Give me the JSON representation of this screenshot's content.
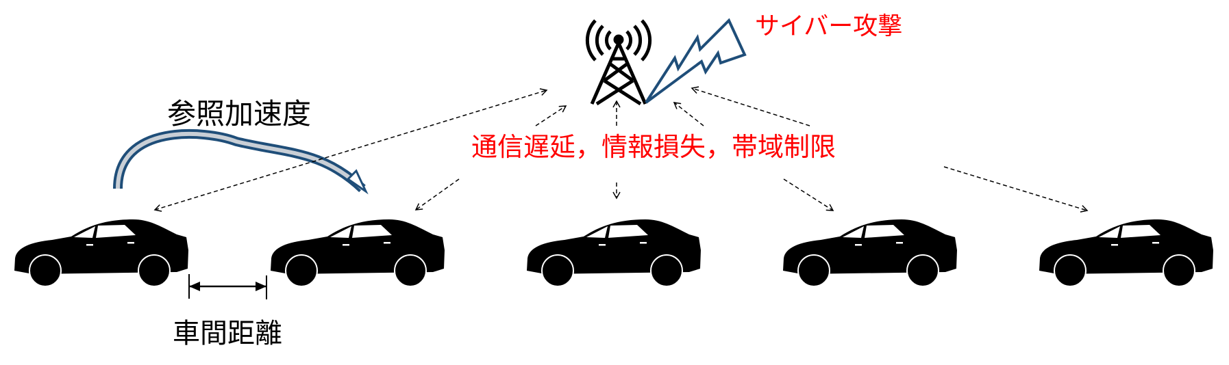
{
  "labels": {
    "reference_acceleration": "参照加速度",
    "inter_vehicle_distance": "車間距離",
    "cyber_attack": "サイバー攻撃",
    "network_issues": "通信遅延，情報損失，帯域制限"
  },
  "icons": {
    "vehicle": "car-icon",
    "tower": "radio-tower-icon",
    "attack": "lightning-bolt-icon"
  },
  "vehicle_count": 5,
  "colors": {
    "attack_text": "#ff0000",
    "network_text": "#ff0000",
    "lightning": "#1f4e79",
    "curved_arrow": "#1f4e79",
    "vehicle": "#000000"
  }
}
